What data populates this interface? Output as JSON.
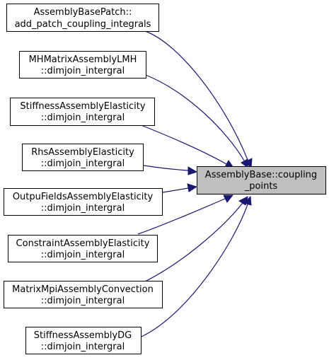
{
  "graph": {
    "colors": {
      "edge": "#191970",
      "node_fill": "#ffffff",
      "node_border": "#000000",
      "target_fill": "#bfbfbf"
    },
    "target": {
      "id": "target",
      "line1": "AssemblyBase::coupling",
      "line2": "_points"
    },
    "callers": [
      {
        "id": "caller-1",
        "line1": "AssemblyBasePatch::",
        "line2": "add_patch_coupling_integrals"
      },
      {
        "id": "caller-2",
        "line1": "MHMatrixAssemblyLMH",
        "line2": "::dimjoin_intergral"
      },
      {
        "id": "caller-3",
        "line1": "StiffnessAssemblyElasticity",
        "line2": "::dimjoin_intergral"
      },
      {
        "id": "caller-4",
        "line1": "RhsAssemblyElasticity",
        "line2": "::dimjoin_intergral"
      },
      {
        "id": "caller-5",
        "line1": "OutpuFieldsAssemblyElasticity",
        "line2": "::dimjoin_intergral"
      },
      {
        "id": "caller-6",
        "line1": "ConstraintAssemblyElasticity",
        "line2": "::dimjoin_intergral"
      },
      {
        "id": "caller-7",
        "line1": "MatrixMpiAssemblyConvection",
        "line2": "::dimjoin_intergral"
      },
      {
        "id": "caller-8",
        "line1": "StiffnessAssemblyDG",
        "line2": "::dimjoin_intergral"
      }
    ]
  }
}
